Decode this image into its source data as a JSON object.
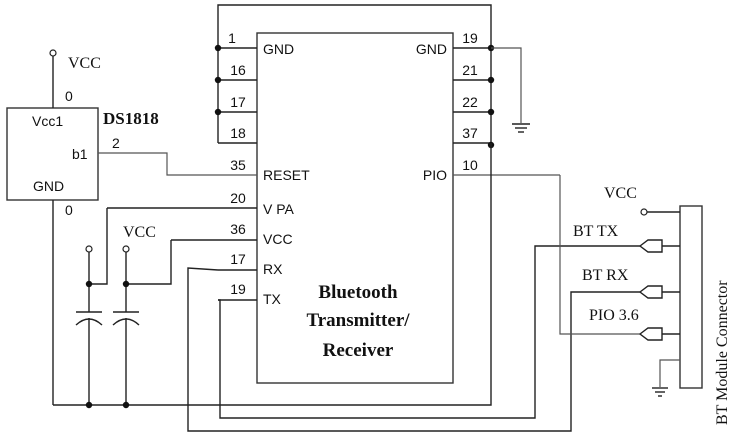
{
  "diagram": {
    "type": "circuit-schematic",
    "main_ic": {
      "title_lines": [
        "Bluetooth",
        "Transmitter/",
        "Receiver"
      ],
      "left_pins": [
        {
          "num": "1",
          "name": "GND"
        },
        {
          "num": "16",
          "name": ""
        },
        {
          "num": "17",
          "name": ""
        },
        {
          "num": "18",
          "name": ""
        },
        {
          "num": "35",
          "name": "RESET"
        },
        {
          "num": "20",
          "name": "V PA"
        },
        {
          "num": "36",
          "name": "VCC"
        },
        {
          "num": "17",
          "name": "RX"
        },
        {
          "num": "19",
          "name": "TX"
        }
      ],
      "right_pins": [
        {
          "num": "19",
          "name": "GND"
        },
        {
          "num": "21",
          "name": ""
        },
        {
          "num": "22",
          "name": ""
        },
        {
          "num": "37",
          "name": ""
        },
        {
          "num": "10",
          "name": "PIO"
        }
      ]
    },
    "reset_ic": {
      "name": "DS1818",
      "pins": {
        "vcc": "Vcc1",
        "out": "b1",
        "gnd": "GND"
      },
      "pin_numbers": {
        "vcc": "0",
        "out": "2",
        "gnd": "0"
      }
    },
    "vcc_labels": [
      "VCC",
      "VCC",
      "VCC"
    ],
    "connector": {
      "title": "BT Module Connector",
      "signals": [
        "VCC",
        "BT TX",
        "BT RX",
        "PIO 3.6"
      ]
    }
  }
}
